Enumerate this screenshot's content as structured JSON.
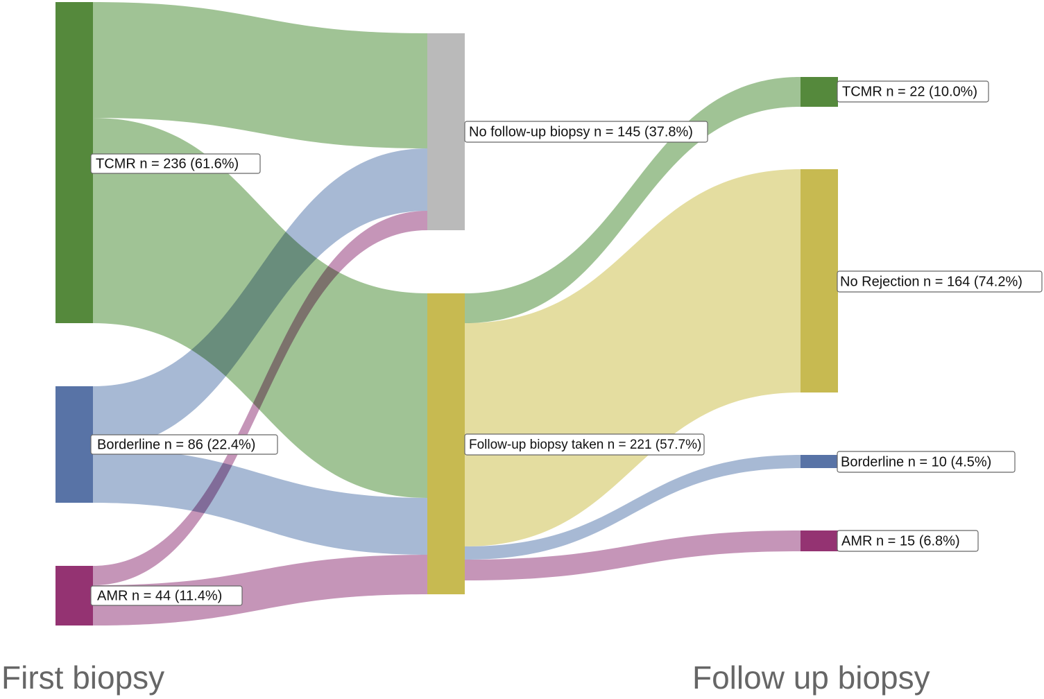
{
  "stages": {
    "first": "First biopsy",
    "follow": "Follow up biopsy"
  },
  "colors": {
    "tcmr": "#55893c",
    "borderline": "#5873a6",
    "amr": "#943372",
    "no_followup": "#bababa",
    "followup_taken": "#c7ba51",
    "no_rejection": "#c7ba51",
    "flow_tcmr": "#a0c395",
    "flow_borderline": "#a7b9d4",
    "flow_amr": "#c595b8",
    "flow_no_rejection": "#e4dda0"
  },
  "nodes": {
    "tcmr_first": {
      "label": "TCMR n = 236 (61.6%)",
      "count": 236
    },
    "borderline_first": {
      "label": "Borderline n = 86 (22.4%)",
      "count": 86
    },
    "amr_first": {
      "label": "AMR n = 44 (11.4%)",
      "count": 44
    },
    "no_followup": {
      "label": "No follow-up biopsy n = 145 (37.8%)",
      "count": 145
    },
    "followup_taken": {
      "label": "Follow-up biopsy taken n = 221 (57.7%)",
      "count": 221
    },
    "tcmr_follow": {
      "label": "TCMR n = 22 (10.0%)",
      "count": 22
    },
    "no_rejection": {
      "label": "No Rejection n = 164 (74.2%)",
      "count": 164
    },
    "borderline_follow": {
      "label": "Borderline n = 10 (4.5%)",
      "count": 10
    },
    "amr_follow": {
      "label": "AMR n = 15 (6.8%)",
      "count": 15
    }
  }
}
